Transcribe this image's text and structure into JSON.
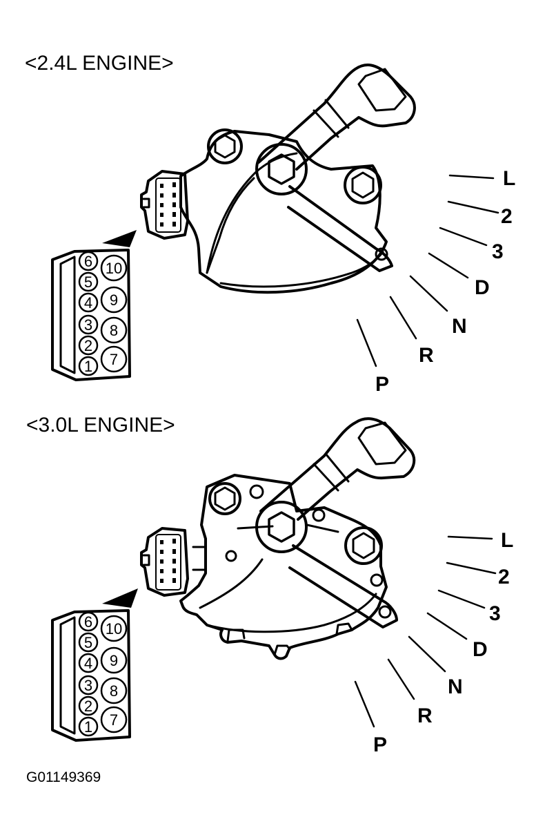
{
  "figure_code": "G01149369",
  "panels": [
    {
      "title": "<2.4L ENGINE>",
      "positions": [
        "L",
        "2",
        "3",
        "D",
        "N",
        "R",
        "P"
      ],
      "connector_pins": {
        "left": [
          "6",
          "5",
          "4",
          "3",
          "2",
          "1"
        ],
        "right": [
          "10",
          "9",
          "8",
          "7"
        ]
      }
    },
    {
      "title": "<3.0L ENGINE>",
      "positions": [
        "L",
        "2",
        "3",
        "D",
        "N",
        "R",
        "P"
      ],
      "connector_pins": {
        "left": [
          "6",
          "5",
          "4",
          "3",
          "2",
          "1"
        ],
        "right": [
          "10",
          "9",
          "8",
          "7"
        ]
      }
    }
  ]
}
